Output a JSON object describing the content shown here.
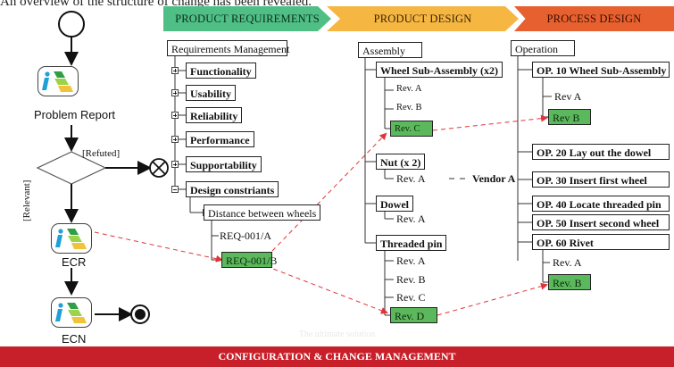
{
  "caption_text": "An overview of the structure of change has been revealed.",
  "phases": [
    "PRODUCT REQUIREMENTS",
    "PRODUCT DESIGN",
    "PROCESS DESIGN"
  ],
  "footer": "CONFIGURATION & CHANGE MANAGEMENT",
  "watermark": "The ultimate solution",
  "workflow": {
    "problem_report": "Problem Report",
    "refuted": "[Refuted]",
    "relevant": "[Relevant]",
    "ecr": "ECR",
    "ecn": "ECN"
  },
  "requirements": {
    "root": "Requirements Management",
    "items": [
      "Functionality",
      "Usability",
      "Reliability",
      "Performance",
      "Supportability",
      "Design constriants"
    ],
    "sub": "Distance between wheels",
    "leaves": [
      "REQ-001/A",
      "REQ-001/B"
    ]
  },
  "design": {
    "root": "Assembly",
    "wheel": "Wheel Sub-Assembly (x2)",
    "wheel_revs": [
      "Rev. A",
      "Rev. B",
      "Rev. C"
    ],
    "nut": "Nut (x 2)",
    "nut_rev": "Rev. A",
    "vendor": "Vendor A",
    "dowel": "Dowel",
    "dowel_rev": "Rev. A",
    "pin": "Threaded pin",
    "pin_revs": [
      "Rev. A",
      "Rev. B",
      "Rev. C",
      "Rev. D"
    ]
  },
  "process": {
    "root": "Operation",
    "op10": "OP. 10 Wheel Sub-Assembly",
    "op10_revs": [
      "Rev A",
      "Rev B"
    ],
    "op20": "OP. 20 Lay out the dowel",
    "op30": "OP. 30 Insert first wheel",
    "op40": "OP. 40 Locate threaded pin",
    "op50": "OP. 50 Insert second wheel",
    "op60": "OP. 60 Rivet",
    "op60_revs": [
      "Rev. A",
      "Rev. B"
    ]
  },
  "colors": {
    "requirements_phase": "#4fbf86",
    "design_phase": "#f6b642",
    "process_phase": "#e6612f",
    "footer": "#c8202a",
    "highlight": "#5cb85c",
    "link": "#e0343a"
  }
}
